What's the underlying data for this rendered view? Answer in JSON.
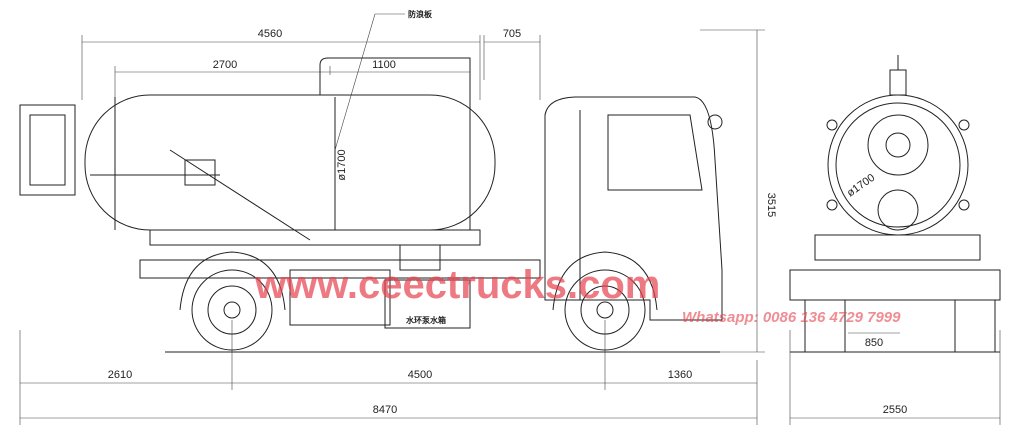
{
  "drawing": {
    "callout_label": "防浪板",
    "tank_diameter_side": "ø1700",
    "tank_diameter_rear": "ø1700",
    "water_tank_label": "水环泵水箱"
  },
  "dimensions": {
    "tank_length": "4560",
    "cab_offset": "705",
    "rear_section": "2700",
    "pipe_span": "1100",
    "overall_height": "3515",
    "rear_overhang": "2610",
    "wheelbase": "4500",
    "front_overhang": "1360",
    "overall_length": "8470",
    "overall_width": "2550",
    "track_detail": "850"
  },
  "watermark": {
    "site": "www.ceectrucks.com",
    "contact": "Whatsapp: 0086 136 4729 7999",
    "color": "#e5414d"
  }
}
